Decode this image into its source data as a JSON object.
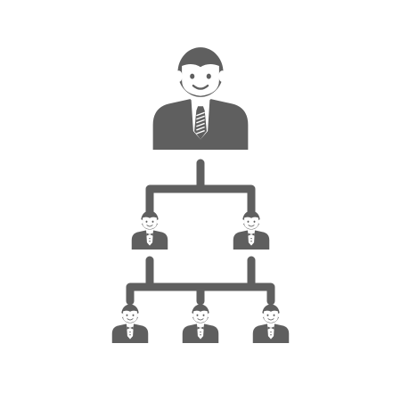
{
  "diagram": {
    "name": "org-chart-icon",
    "colors": {
      "icon_fill": "#5f5f5f",
      "skin": "#ffffff",
      "background": "#ffffff"
    },
    "levels": [
      {
        "level": 1,
        "people": 1,
        "attire": "necktie"
      },
      {
        "level": 2,
        "people": 2,
        "attire": "bowtie"
      },
      {
        "level": 3,
        "people": 3,
        "attire": "bowtie"
      }
    ],
    "connections": [
      {
        "from": "level-1",
        "to": "level-2"
      },
      {
        "from": "level-2",
        "to": "level-3"
      }
    ]
  }
}
